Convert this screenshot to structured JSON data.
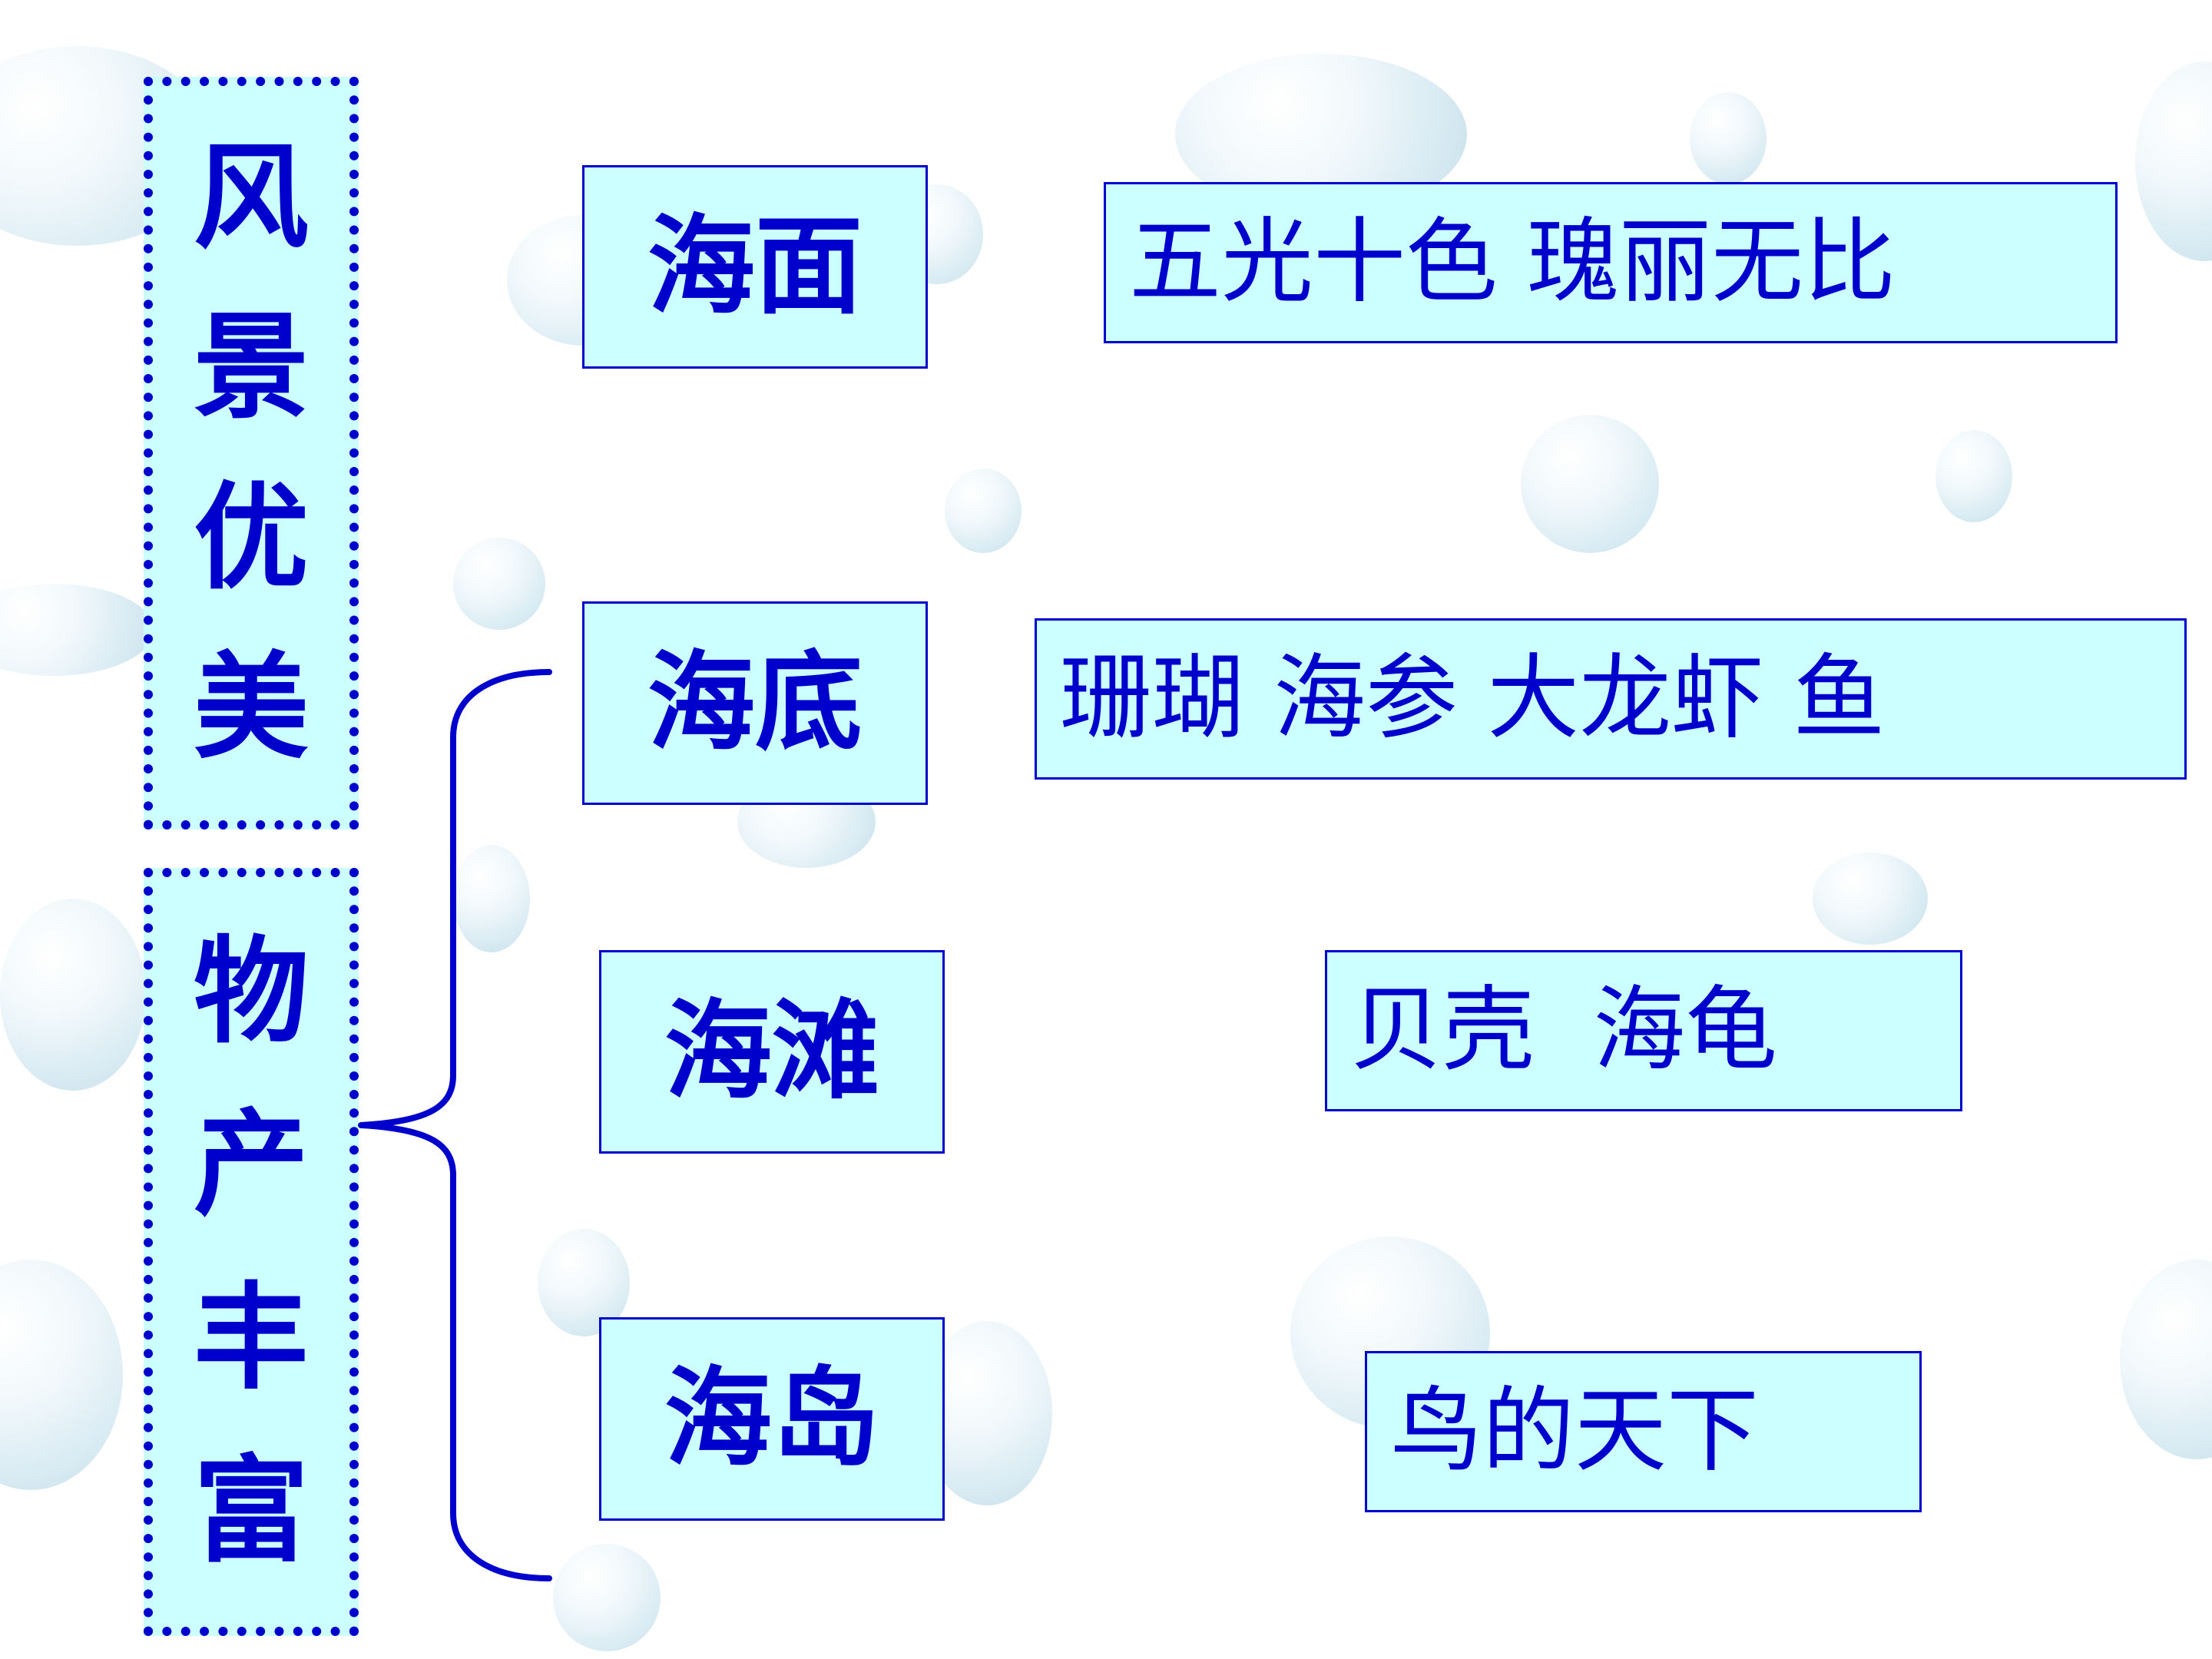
{
  "left_column": {
    "top_box_chars": [
      "风",
      "景",
      "优",
      "美"
    ],
    "bottom_box_chars": [
      "物",
      "产",
      "丰",
      "富"
    ]
  },
  "categories": [
    {
      "label": "海面",
      "description": "五光十色 瑰丽无比"
    },
    {
      "label": "海底",
      "description": "珊瑚 海参 大龙虾 鱼"
    },
    {
      "label": "海滩",
      "description": "贝壳  海龟"
    },
    {
      "label": "海岛",
      "description": "鸟的天下"
    }
  ],
  "colors": {
    "box_fill": "#ccffff",
    "text": "#0000cc",
    "border": "#0000cc"
  }
}
